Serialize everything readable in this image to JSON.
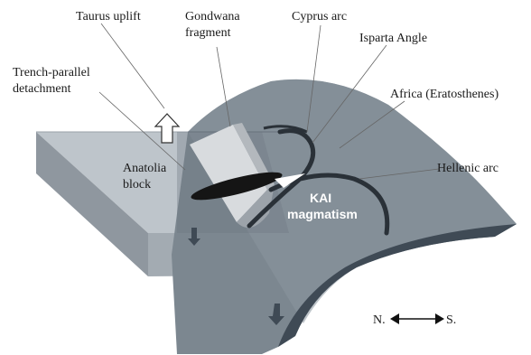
{
  "labels": {
    "taurus_uplift": "Taurus uplift",
    "gondwana_line1": "Gondwana",
    "gondwana_line2": "fragment",
    "cyprus_arc": "Cyprus arc",
    "isparta_angle": "Isparta Angle",
    "trench_line1": "Trench-parallel",
    "trench_line2": "detachment",
    "africa": "Africa (Eratosthenes)",
    "anatolia_line1": "Anatolia",
    "anatolia_line2": "block",
    "hellenic_arc": "Hellenic arc",
    "kai_line1": "KAI",
    "kai_line2": "magmatism",
    "compass_north": "N.",
    "compass_south": "S."
  },
  "colors": {
    "slab": "#7c8790",
    "slab_top": "#8a959e",
    "slab_edge": "#3f4a55",
    "block_top": "#b7bec6",
    "block_side": "#8d959d",
    "fragment": "#d7dadd",
    "magma": "#151515"
  }
}
